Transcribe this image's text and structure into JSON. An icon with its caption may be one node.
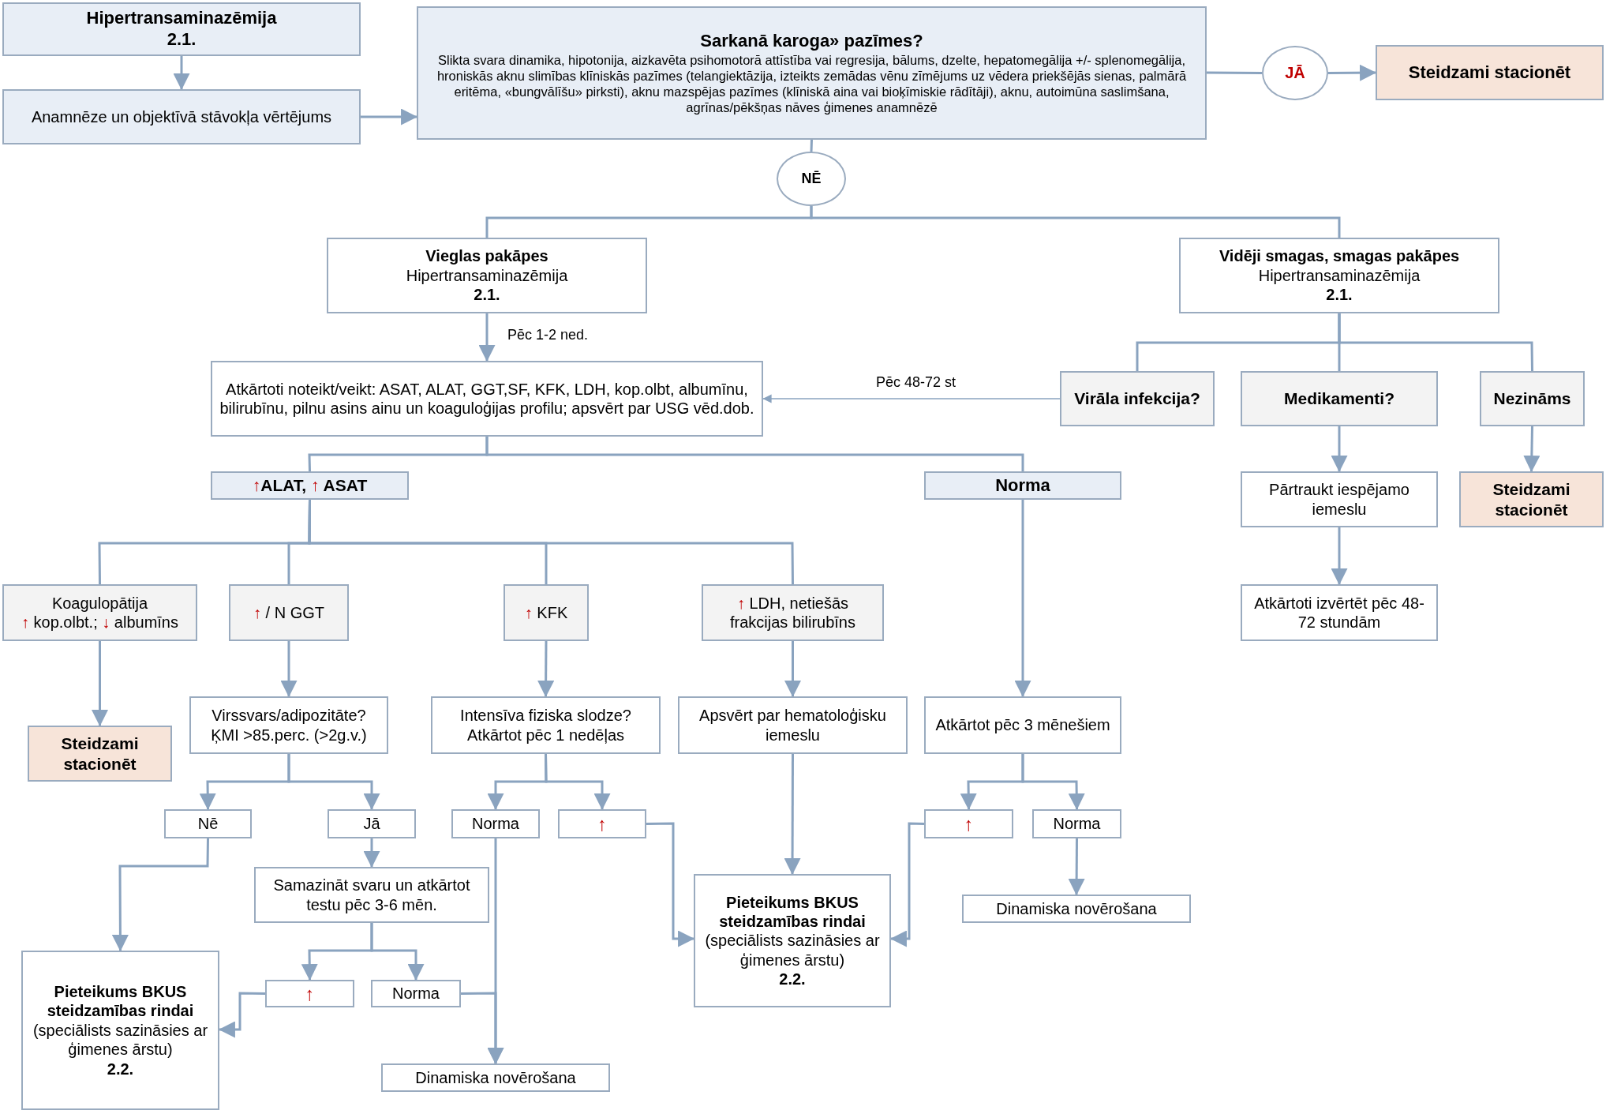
{
  "diagram": {
    "nodes": [
      {
        "text": [
          "Hipertransaminazēmija",
          "2.1."
        ]
      },
      {
        "text": [
          "Anamnēze un objektīvā stāvokļa vērtējums"
        ]
      },
      {
        "text": [
          "Sarkanā karoga» pazīmes?",
          "Slikta svara dinamika, hipotonija, aizkavēta psihomotorā attīstība vai regresija, bālums, dzelte, hepatomegālija +/- splenomegālija, hroniskās aknu slimības klīniskās pazīmes (telangiektāzija, izteikts zemādas vēnu zīmējums uz vēdera priekšējās sienas, palmārā eritēma, «bungvālīšu» pirksti), aknu mazspējas pazīmes (klīniskā aina vai bioķīmiskie rādītāji), aknu, autoimūna saslimšana, agrīnas/pēkšņas nāves ģimenes anamnēzē"
        ]
      },
      {
        "text": [
          "JĀ"
        ]
      },
      {
        "text": [
          "Steidzami stacionēt"
        ]
      },
      {
        "text": [
          "NĒ"
        ]
      },
      {
        "text": [
          "Vieglas pakāpes",
          "Hipertransaminazēmija",
          "2.1."
        ]
      },
      {
        "text": [
          "Vidēji smagas, smagas pakāpes",
          "Hipertransaminazēmija",
          "2.1."
        ]
      },
      {
        "text": [
          "Atkārtoti noteikt/veikt: ASAT, ALAT, GGT,SF, KFK, LDH, kop.olbt, albumīnu, bilirubīnu, pilnu asins ainu un koaguloģijas profilu; apsvērt par USG vēd.dob."
        ]
      },
      {
        "text": [
          "Virāla infekcija?"
        ]
      },
      {
        "text": [
          "Medikamenti?"
        ]
      },
      {
        "text": [
          "Nezināms"
        ]
      },
      {
        "text": [
          "↑ALAT, ↑ ASAT"
        ]
      },
      {
        "text": [
          "Norma"
        ]
      },
      {
        "text": [
          "Pārtraukt iespējamo iemeslu"
        ]
      },
      {
        "text": [
          "Steidzami stacionēt"
        ]
      },
      {
        "text": [
          "Koagulopātija",
          "↑ kop.olbt.; ↓ albumīns"
        ]
      },
      {
        "text": [
          "↑ / N GGT"
        ]
      },
      {
        "text": [
          "↑ KFK"
        ]
      },
      {
        "text": [
          "↑ LDH, netiešās frakcijas bilirubīns"
        ]
      },
      {
        "text": [
          "Atkārtoti izvērtēt pēc 48-72 stundām"
        ]
      },
      {
        "text": [
          "Steidzami stacionēt"
        ]
      },
      {
        "text": [
          "Virssvars/adipozitāte? ĶMI >85.perc. (>2g.v.)"
        ]
      },
      {
        "text": [
          "Intensīva fiziska slodze? Atkārtot pēc 1 nedēļas"
        ]
      },
      {
        "text": [
          "Apsvērt par hematoloģisku iemeslu"
        ]
      },
      {
        "text": [
          "Atkārtot pēc 3 mēnešiem"
        ]
      },
      {
        "text": [
          "Nē"
        ]
      },
      {
        "text": [
          "Jā"
        ]
      },
      {
        "text": [
          "Norma"
        ]
      },
      {
        "text": [
          "↑"
        ]
      },
      {
        "text": [
          "↑"
        ]
      },
      {
        "text": [
          "Norma"
        ]
      },
      {
        "text": [
          "Samazināt svaru un atkārtot testu pēc 3-6 mēn."
        ]
      },
      {
        "text": [
          "Pieteikums BKUS steidzamības rindai",
          "(speciālists sazināsies ar ģimenes ārstu)",
          "2.2."
        ]
      },
      {
        "text": [
          "Dinamiska novērošana"
        ]
      },
      {
        "text": [
          "Pieteikums BKUS steidzamības rindai",
          "(speciālists sazināsies ar ģimenes ārstu)",
          "2.2."
        ]
      },
      {
        "text": [
          "↑"
        ]
      },
      {
        "text": [
          "Norma"
        ]
      },
      {
        "text": [
          "Dinamiska novērošana"
        ]
      }
    ],
    "edges": [
      {
        "from": 0,
        "to": 1,
        "arrow": "to"
      },
      {
        "from": 1,
        "to": 2,
        "arrow": "to"
      },
      {
        "from": 2,
        "to": 3,
        "arrow": "none"
      },
      {
        "from": 3,
        "to": 4,
        "arrow": "to"
      },
      {
        "from": 2,
        "to": 5,
        "arrow": "none"
      },
      {
        "from": 5,
        "to": 6,
        "arrow": "none"
      },
      {
        "from": 5,
        "to": 7,
        "arrow": "none"
      },
      {
        "from": 6,
        "to": 8,
        "arrow": "to",
        "label": "Pēc 1-2 ned."
      },
      {
        "from": 7,
        "to": 9,
        "arrow": "none"
      },
      {
        "from": 7,
        "to": 10,
        "arrow": "none"
      },
      {
        "from": 7,
        "to": 11,
        "arrow": "none"
      },
      {
        "from": 9,
        "to": 8,
        "arrow": "to",
        "label": "Pēc 48-72 st"
      },
      {
        "from": 8,
        "to": 12,
        "arrow": "none"
      },
      {
        "from": 8,
        "to": 13,
        "arrow": "none"
      },
      {
        "from": 10,
        "to": 14,
        "arrow": "to"
      },
      {
        "from": 11,
        "to": 15,
        "arrow": "to"
      },
      {
        "from": 14,
        "to": 20,
        "arrow": "to"
      },
      {
        "from": 12,
        "to": 16,
        "arrow": "none"
      },
      {
        "from": 12,
        "to": 17,
        "arrow": "none"
      },
      {
        "from": 12,
        "to": 18,
        "arrow": "none"
      },
      {
        "from": 12,
        "to": 19,
        "arrow": "none"
      },
      {
        "from": 16,
        "to": 21,
        "arrow": "to"
      },
      {
        "from": 17,
        "to": 22,
        "arrow": "to"
      },
      {
        "from": 18,
        "to": 23,
        "arrow": "to"
      },
      {
        "from": 19,
        "to": 24,
        "arrow": "to"
      },
      {
        "from": 13,
        "to": 25,
        "arrow": "to"
      },
      {
        "from": 22,
        "to": 26,
        "arrow": "to"
      },
      {
        "from": 22,
        "to": 27,
        "arrow": "to"
      },
      {
        "from": 23,
        "to": 28,
        "arrow": "to"
      },
      {
        "from": 23,
        "to": 29,
        "arrow": "to"
      },
      {
        "from": 25,
        "to": 30,
        "arrow": "to"
      },
      {
        "from": 25,
        "to": 31,
        "arrow": "to"
      },
      {
        "from": 27,
        "to": 32,
        "arrow": "to"
      },
      {
        "from": 26,
        "to": 35,
        "arrow": "to"
      },
      {
        "from": 29,
        "to": 33,
        "arrow": "to"
      },
      {
        "from": 30,
        "to": 33,
        "arrow": "to"
      },
      {
        "from": 24,
        "to": 33,
        "arrow": "to"
      },
      {
        "from": 31,
        "to": 34,
        "arrow": "to"
      },
      {
        "from": 32,
        "to": 36,
        "arrow": "to"
      },
      {
        "from": 32,
        "to": 37,
        "arrow": "to"
      },
      {
        "from": 36,
        "to": 35,
        "arrow": "to"
      },
      {
        "from": 37,
        "to": 38,
        "arrow": "to"
      },
      {
        "from": 28,
        "to": 38,
        "arrow": "to"
      }
    ]
  }
}
